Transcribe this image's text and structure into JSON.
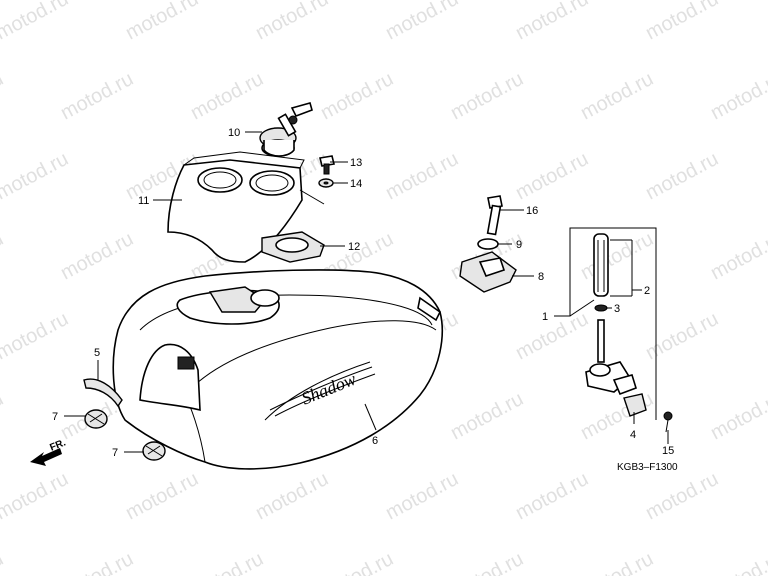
{
  "watermark": "motod.ru",
  "diagram_code": "KGB3–F1300",
  "direction_label": "FR.",
  "callouts": {
    "c1": "1",
    "c2": "2",
    "c3": "3",
    "c4": "4",
    "c5": "5",
    "c6": "6",
    "c7a": "7",
    "c7b": "7",
    "c8": "8",
    "c9": "9",
    "c10": "10",
    "c11": "11",
    "c12": "12",
    "c13": "13",
    "c14": "14",
    "c15": "15",
    "c16": "16"
  }
}
